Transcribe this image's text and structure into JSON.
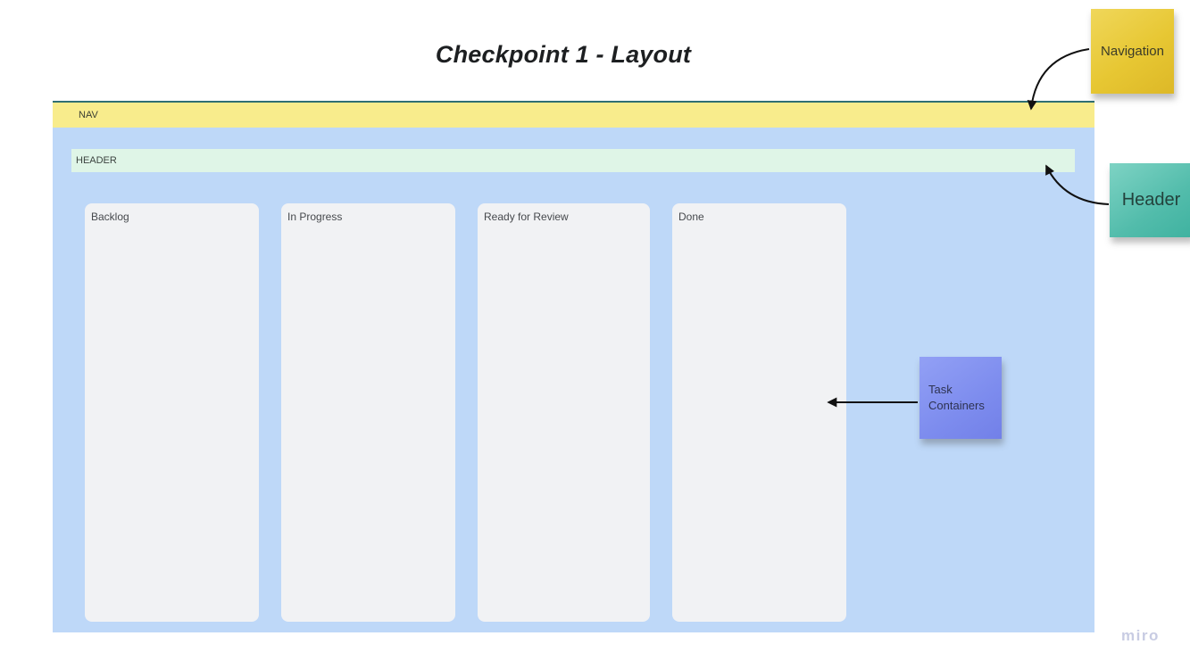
{
  "page": {
    "title": "Checkpoint 1 - Layout",
    "watermark": "miro"
  },
  "frame": {
    "nav": {
      "label": "NAV",
      "color": "#f8ec8c",
      "top_border_color": "#2f6f73"
    },
    "header": {
      "label": "HEADER",
      "color": "#dff5e7"
    },
    "background_color": "#bed8f8",
    "columns": [
      {
        "label": "Backlog"
      },
      {
        "label": "In Progress"
      },
      {
        "label": "Ready for Review"
      },
      {
        "label": "Done"
      }
    ],
    "column_color": "#f1f2f4"
  },
  "annotations": {
    "stickies": [
      {
        "label": "Navigation",
        "color": "#e7c733",
        "points_to": "nav-bar"
      },
      {
        "label": "Header",
        "color": "#52bcab",
        "points_to": "header-bar"
      },
      {
        "label": "Task Containers",
        "color": "#7d8cee",
        "points_to": "task-columns"
      }
    ],
    "arrow_color": "#111111"
  }
}
